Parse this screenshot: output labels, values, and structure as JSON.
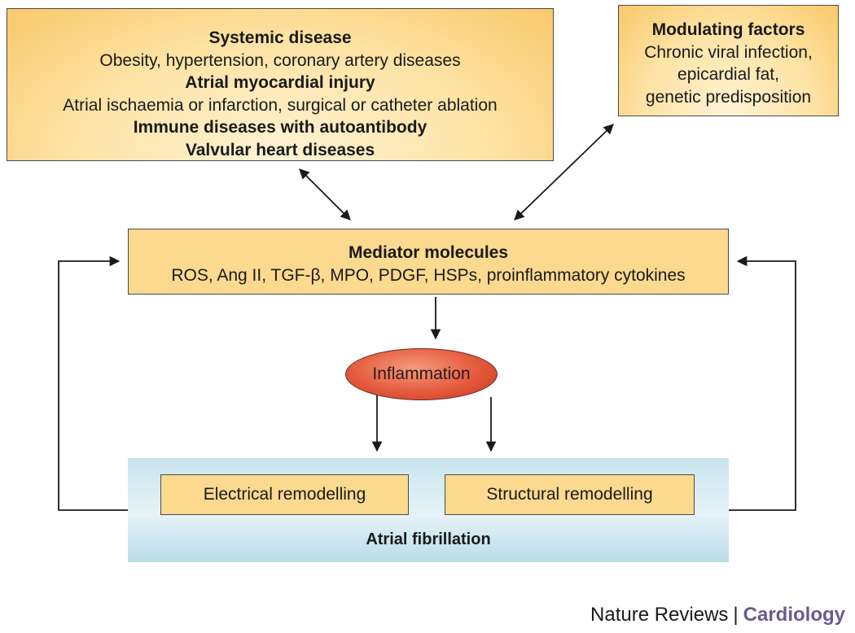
{
  "systemic_box": {
    "title": "Systemic disease",
    "line1": "Obesity, hypertension, coronary artery diseases",
    "subtitle2": "Atrial myocardial injury",
    "line2": "Atrial ischaemia or infarction, surgical or catheter ablation",
    "subtitle3": "Immune diseases with autoantibody",
    "subtitle4": "Valvular heart diseases"
  },
  "modulating_box": {
    "title": "Modulating factors",
    "line1": "Chronic viral infection,",
    "line2": "epicardial fat,",
    "line3": "genetic predisposition"
  },
  "mediator_box": {
    "title": "Mediator molecules",
    "line1": "ROS, Ang II, TGF-β, MPO, PDGF, HSPs, proinflammatory cytokines"
  },
  "inflammation_node": {
    "label": "Inflammation"
  },
  "af_panel": {
    "label": "Atrial fibrillation",
    "electrical": "Electrical remodelling",
    "structural": "Structural remodelling"
  },
  "credit": {
    "publisher": "Nature Reviews",
    "separator": "|",
    "journal": "Cardiology"
  },
  "colors": {
    "box_fill": "#fbd98f",
    "inflammation_fill": "#e45a3c",
    "panel_fill": "#c9e4ee",
    "journal_text": "#6b5a8f"
  }
}
